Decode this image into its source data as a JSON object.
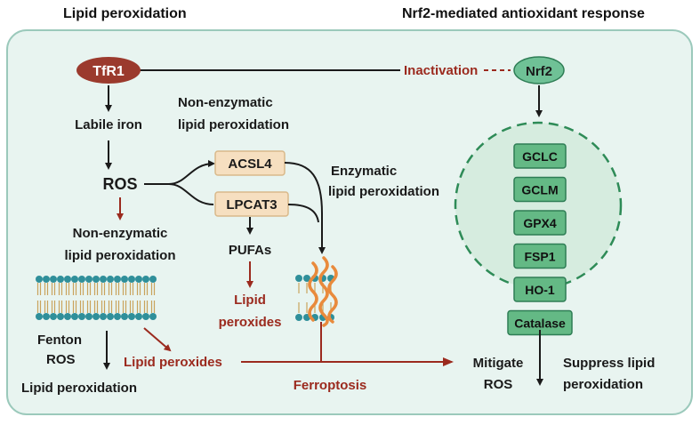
{
  "colors": {
    "panel_bg": "#e8f4f0",
    "panel_border": "#9bc9bb",
    "tfr1_fill": "#9b3a2d",
    "nrf2_fill": "#6fc196",
    "gene_fill": "#64b985",
    "enzyme_fill": "#f6dfc0",
    "dark_red": "#9b2a1e",
    "membrane_head": "#2f8f9a",
    "lipid_orange": "#e98a3c"
  },
  "headers": {
    "left": "Lipid peroxidation",
    "right": "Nrf2-mediated antioxidant response"
  },
  "nodes": {
    "tfr1": "TfR1",
    "nrf2": "Nrf2",
    "inactivation": "Inactivation",
    "labile_iron": "Labile iron",
    "ros": "ROS",
    "non_enzymatic_top_1": "Non-enzymatic",
    "non_enzymatic_top_2": "lipid peroxidation",
    "non_enzymatic_left_1": "Non-enzymatic",
    "non_enzymatic_left_2": "lipid peroxidation",
    "acsl4": "ACSL4",
    "lpcat3": "LPCAT3",
    "enzymatic_1": "Enzymatic",
    "enzymatic_2": "lipid peroxidation",
    "pufas": "PUFAs",
    "lipid_peroxides_mid_1": "Lipid",
    "lipid_peroxides_mid_2": "peroxides",
    "fenton_1": "Fenton",
    "fenton_2": "ROS",
    "lipid_peroxidation_bottom": "Lipid peroxidation",
    "lipid_peroxides_bottom": "Lipid peroxides",
    "ferroptosis": "Ferroptosis",
    "mitigate_1": "Mitigate",
    "mitigate_2": "ROS",
    "suppress_1": "Suppress lipid",
    "suppress_2": "peroxidation"
  },
  "genes": [
    "GCLC",
    "GCLM",
    "GPX4",
    "FSP1",
    "HO-1",
    "Catalase"
  ]
}
